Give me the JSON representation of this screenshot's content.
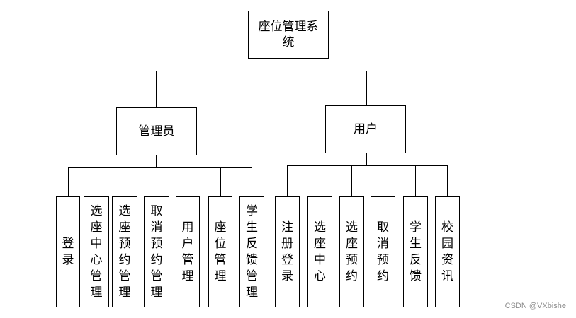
{
  "root": {
    "label": "座位管理系统"
  },
  "admin": {
    "label": "管理员",
    "children": [
      "登录",
      "选座中心管理",
      "选座预约管理",
      "取消预约管理",
      "用户管理",
      "座位管理",
      "学生反馈管理"
    ]
  },
  "user": {
    "label": "用户",
    "children": [
      "注册登录",
      "选座中心",
      "选座预约",
      "取消预约",
      "学生反馈",
      "校园资讯"
    ]
  },
  "watermark": "CSDN @VXbishe",
  "colors": {
    "line": "#000000",
    "background": "#ffffff",
    "watermark": "#8c8c8c"
  }
}
